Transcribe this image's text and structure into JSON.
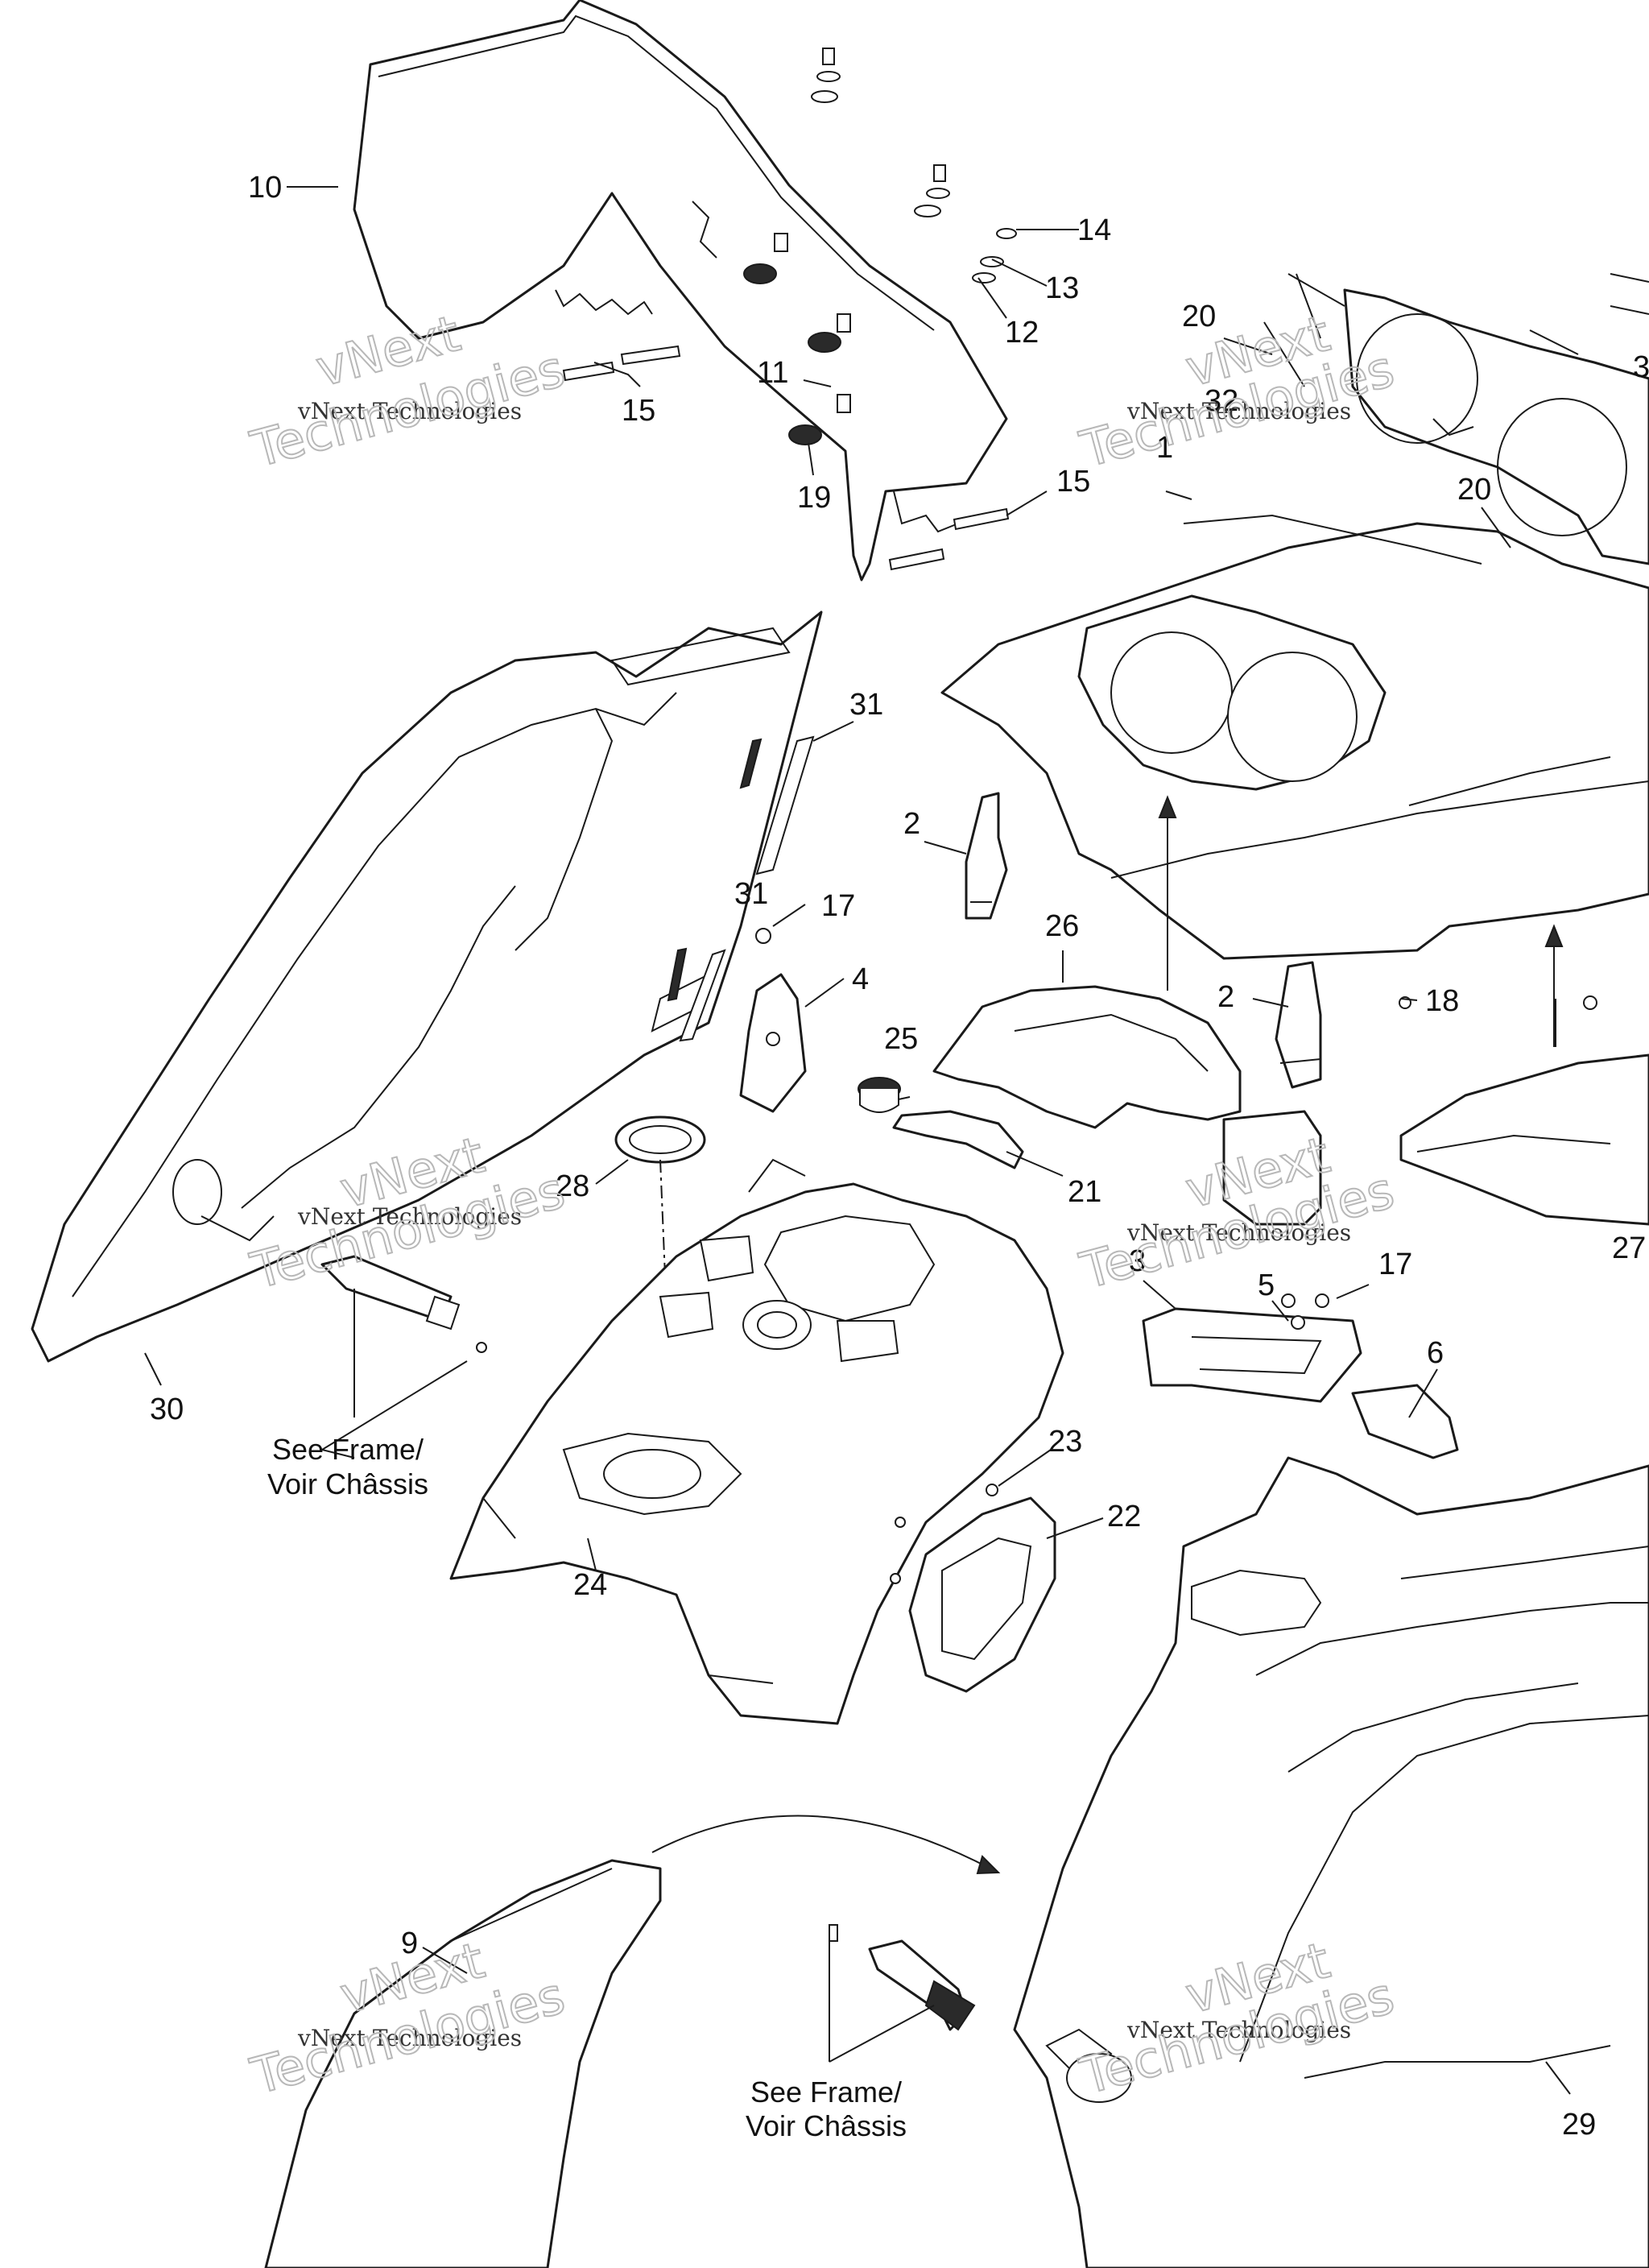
{
  "callouts": [
    {
      "label": "10"
    },
    {
      "label": "14"
    },
    {
      "label": "13"
    },
    {
      "label": "12"
    },
    {
      "label": "20"
    },
    {
      "label": "3"
    },
    {
      "label": "11"
    },
    {
      "label": "15"
    },
    {
      "label": "32"
    },
    {
      "label": "19"
    },
    {
      "label": "15"
    },
    {
      "label": "1"
    },
    {
      "label": "20"
    },
    {
      "label": "31"
    },
    {
      "label": "2"
    },
    {
      "label": "17"
    },
    {
      "label": "31"
    },
    {
      "label": "26"
    },
    {
      "label": "4"
    },
    {
      "label": "2"
    },
    {
      "label": "18"
    },
    {
      "label": "25"
    },
    {
      "label": "28"
    },
    {
      "label": "21"
    },
    {
      "label": "27"
    },
    {
      "label": "3"
    },
    {
      "label": "5"
    },
    {
      "label": "17"
    },
    {
      "label": "30"
    },
    {
      "label": "6"
    },
    {
      "label": "23"
    },
    {
      "label": "22"
    },
    {
      "label": "24"
    },
    {
      "label": "9"
    },
    {
      "label": "29"
    }
  ],
  "notes": [
    {
      "line1": "See Frame/",
      "line2": "Voir Châssis"
    },
    {
      "line1": "See Frame/",
      "line2": "Voir Châssis"
    }
  ],
  "watermark": {
    "line_top": "vNext",
    "line_mid": "vNext Technologies",
    "line_bottom": "Technologies"
  }
}
